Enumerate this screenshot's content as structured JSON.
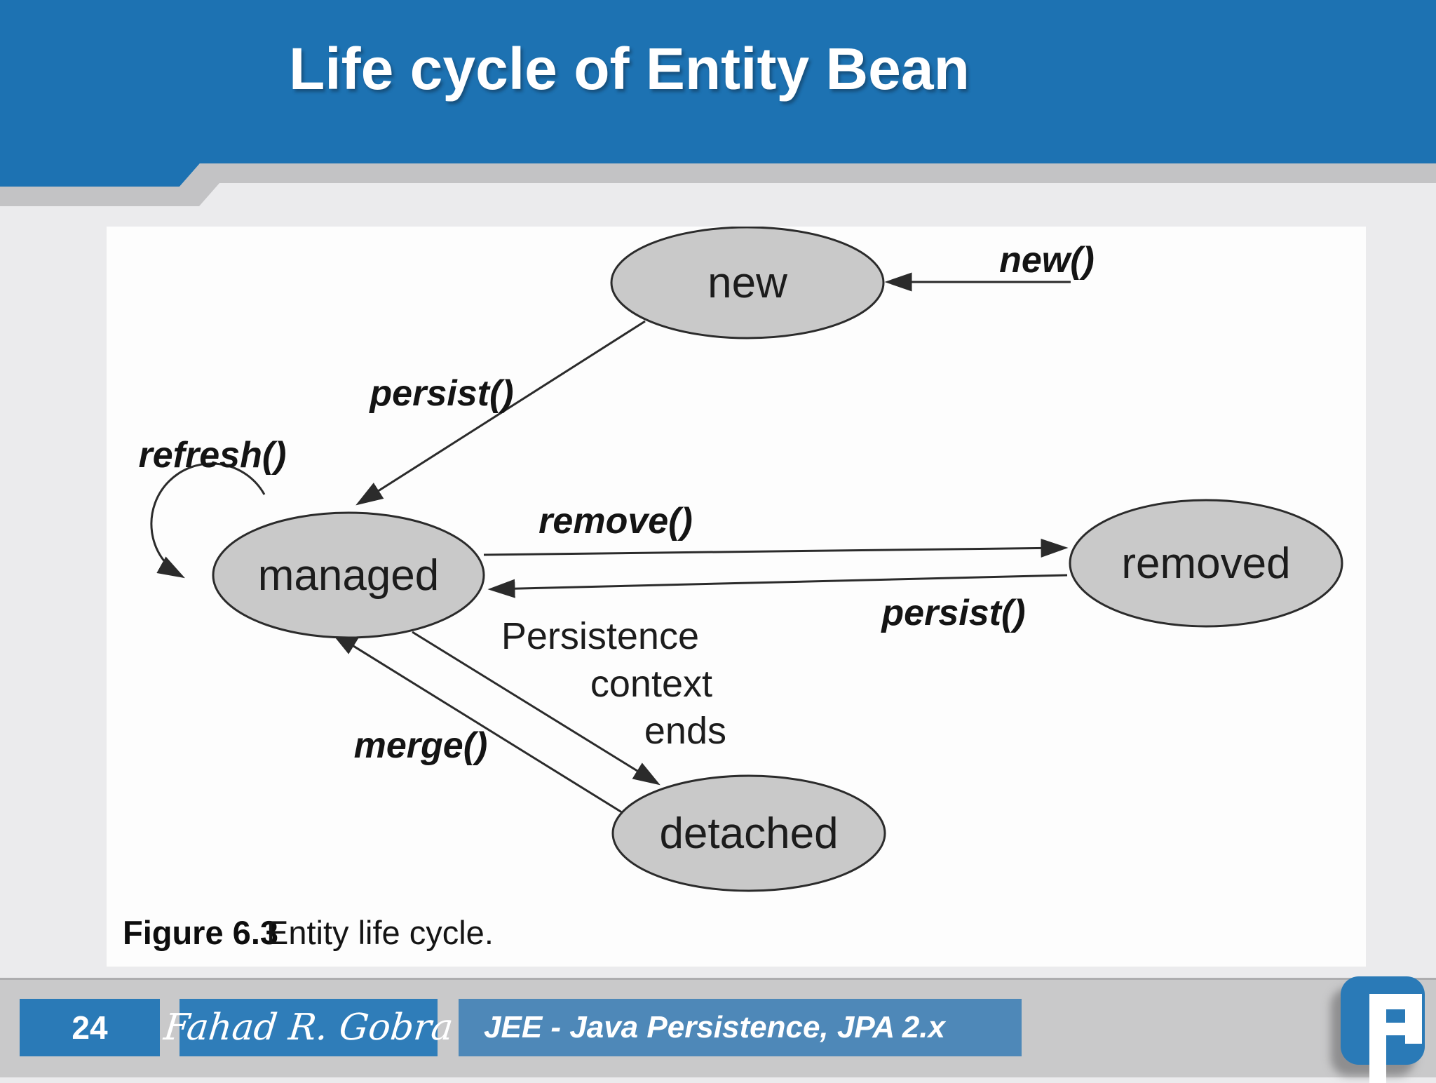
{
  "slide": {
    "title": "Life cycle of Entity Bean"
  },
  "diagram": {
    "states": [
      {
        "id": "new",
        "label": "new"
      },
      {
        "id": "managed",
        "label": "managed"
      },
      {
        "id": "removed",
        "label": "removed"
      },
      {
        "id": "detached",
        "label": "detached"
      }
    ],
    "transitions": {
      "new_call": "new()",
      "persist_to_managed": "persist()",
      "refresh": "refresh()",
      "remove": "remove()",
      "persist_from_removed": "persist()",
      "merge": "merge()",
      "context_ends_line1": "Persistence",
      "context_ends_line2": "context",
      "context_ends_line3": "ends"
    },
    "caption": {
      "figure_label": "Figure 6.3",
      "text": "Entity life cycle."
    }
  },
  "footer": {
    "page_number": "24",
    "author_signature": "Fahad R. Gobra",
    "course_title": "JEE - Java Persistence, JPA 2.x"
  },
  "colors": {
    "header_blue": "#1d72b2",
    "accent_stripe_gray": "#c3c3c5",
    "page_background": "#ebebed",
    "panel_white": "#fdfdfd",
    "state_fill_gray": "#c9c9c9",
    "footer_band_gray": "#c9c9ca",
    "footer_box_blue": "#2a7ab7",
    "course_bar_blue": "#4e88b8",
    "logo_blue": "#2a7ab7"
  },
  "icons": {
    "logo": "f-monogram-logo"
  }
}
